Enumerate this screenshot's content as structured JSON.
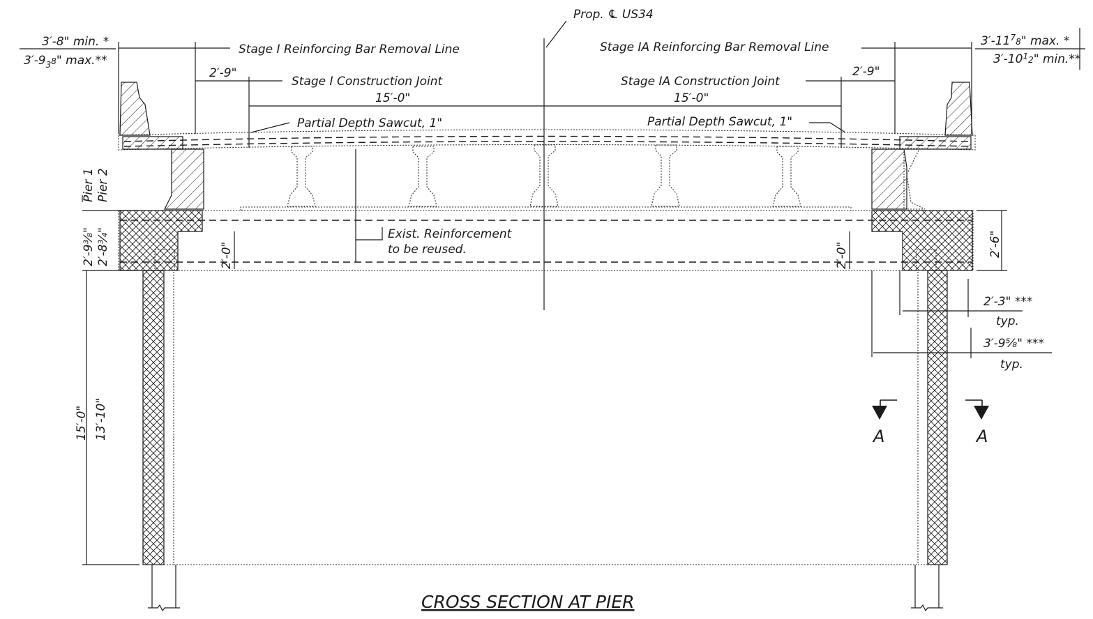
{
  "title": "CROSS SECTION AT PIER",
  "centerline_label": "Prop. ℄ US34",
  "left": {
    "overhang_top": "3′-8\" min. *",
    "overhang_bottom": "3′-9",
    "overhang_bottom_frac": "3",
    "overhang_bottom_frac2": "8",
    "overhang_bottom_tail": "\" max.**",
    "removal_line": "Stage I Reinforcing Bar Removal Line",
    "offset": "2′-9\"",
    "construction_joint": "Stage I Construction Joint",
    "span": "15′-0\"",
    "sawcut": "Partial Depth Sawcut, 1\""
  },
  "right": {
    "overhang_top": "3′-11",
    "overhang_top_frac": "7",
    "overhang_top_frac2": "8",
    "overhang_top_tail": "\" max. *",
    "overhang_bottom": "3′-10",
    "overhang_bottom_frac": "1",
    "overhang_bottom_frac2": "2",
    "overhang_bottom_tail": "\" min.**",
    "removal_line": "Stage IA Reinforcing Bar Removal Line",
    "offset": "2′-9\"",
    "construction_joint": "Stage IA Construction Joint",
    "span": "15′-0\"",
    "sawcut": "Partial Depth Sawcut, 1\""
  },
  "pier_labels": {
    "pier1": "Pier 1",
    "pier2": "Pier 2",
    "cap_depth1": "2′-9⅜\"",
    "cap_depth2": "2′-8¾\"",
    "height1": "15′-0\"",
    "height2": "13′-10\""
  },
  "reinforcement_note": [
    "Exist. Reinforcement",
    "to be reused."
  ],
  "cap_inner_left": "2′-0\"",
  "cap_inner_right": "2′-0\"",
  "cap_right_depth": "2′-6\"",
  "dim_a": {
    "value": "2′-3\" ***",
    "note": "typ."
  },
  "dim_b": {
    "value": "3′-9⅝\" ***",
    "note": "typ."
  },
  "section_marks": [
    "A",
    "A"
  ]
}
